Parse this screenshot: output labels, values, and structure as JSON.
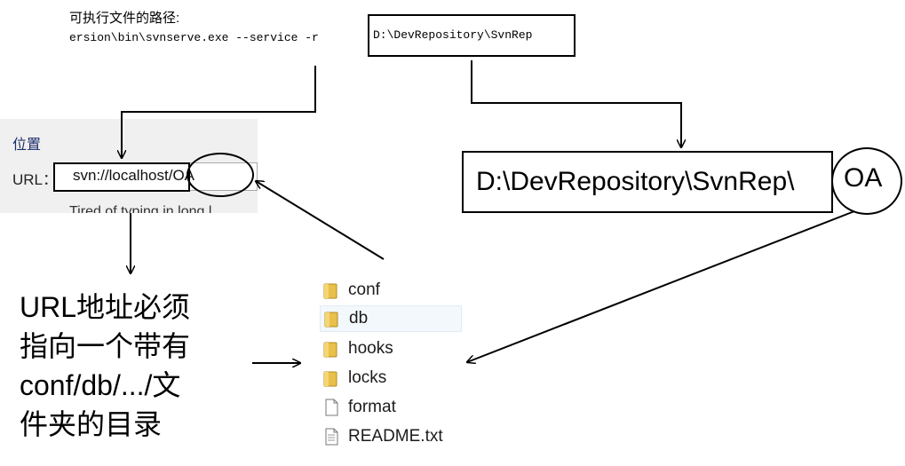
{
  "command": {
    "label": "可执行文件的路径:",
    "text": "ersion\\bin\\svnserve.exe --service -r ",
    "path": "D:\\DevRepository\\SvnRep"
  },
  "location_panel": {
    "title": "位置",
    "url_label": "URL：",
    "url_value": "svn://localhost/OA",
    "hint": "Tired of typing in long l"
  },
  "destination": {
    "path": "D:\\DevRepository\\SvnRep\\",
    "highlight": "OA"
  },
  "note": {
    "lines": [
      "URL地址必须",
      "指向一个带有",
      "conf/db/.../文",
      "件夹的目录"
    ]
  },
  "folder_list": {
    "items": [
      {
        "label": "conf",
        "icon": "folder-icon"
      },
      {
        "label": "db",
        "icon": "folder-icon"
      },
      {
        "label": "hooks",
        "icon": "folder-icon"
      },
      {
        "label": "locks",
        "icon": "folder-icon"
      },
      {
        "label": "format",
        "icon": "file-icon"
      },
      {
        "label": "README.txt",
        "icon": "text-file-icon"
      }
    ],
    "selected": "db"
  },
  "colors": {
    "folder": "#e8c04a",
    "panel_bg": "#f0f0f0",
    "title_blue": "#1b2d6b"
  }
}
